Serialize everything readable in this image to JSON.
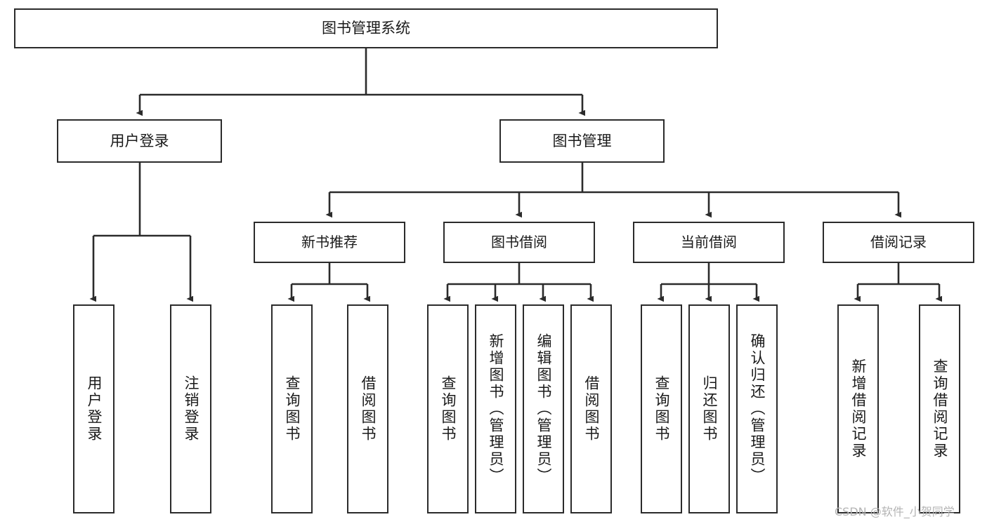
{
  "diagram": {
    "title": "图书管理系统",
    "type": "tree",
    "root": {
      "id": "root",
      "label": "图书管理系统",
      "level": 1
    },
    "level2": [
      {
        "id": "user-login",
        "label": "用户登录",
        "level": 2
      },
      {
        "id": "book-management",
        "label": "图书管理",
        "level": 2
      }
    ],
    "level3": [
      {
        "id": "new-book-recommend",
        "label": "新书推荐",
        "level": 3,
        "parent": "book-management"
      },
      {
        "id": "book-borrow",
        "label": "图书借阅",
        "level": 3,
        "parent": "book-management"
      },
      {
        "id": "current-borrow",
        "label": "当前借阅",
        "level": 3,
        "parent": "book-management"
      },
      {
        "id": "borrow-record",
        "label": "借阅记录",
        "level": 3,
        "parent": "book-management"
      }
    ],
    "leaves": [
      {
        "id": "leaf-user-login",
        "label": "用户登录",
        "parent": "user-login"
      },
      {
        "id": "leaf-user-logout",
        "label": "注销登录",
        "parent": "user-login"
      },
      {
        "id": "leaf-query-book-1",
        "label": "查询图书",
        "parent": "new-book-recommend"
      },
      {
        "id": "leaf-borrow-book-1",
        "label": "借阅图书",
        "parent": "new-book-recommend"
      },
      {
        "id": "leaf-query-book-2",
        "label": "查询图书",
        "parent": "book-borrow"
      },
      {
        "id": "leaf-add-book",
        "label": "新增图书（管理员）",
        "parent": "book-borrow"
      },
      {
        "id": "leaf-edit-book",
        "label": "编辑图书（管理员）",
        "parent": "book-borrow"
      },
      {
        "id": "leaf-borrow-book-2",
        "label": "借阅图书",
        "parent": "book-borrow"
      },
      {
        "id": "leaf-query-book-3",
        "label": "查询图书",
        "parent": "current-borrow"
      },
      {
        "id": "leaf-return-book",
        "label": "归还图书",
        "parent": "current-borrow"
      },
      {
        "id": "leaf-confirm-return",
        "label": "确认归还（管理员）",
        "parent": "current-borrow"
      },
      {
        "id": "leaf-add-record",
        "label": "新增借阅记录",
        "parent": "borrow-record"
      },
      {
        "id": "leaf-query-record",
        "label": "查询借阅记录",
        "parent": "borrow-record"
      }
    ],
    "colors": {
      "stroke": "#2b2b2b",
      "fill": "#ffffff",
      "text": "#1a1a1a",
      "watermark": "#b4b4b4"
    }
  },
  "watermark": {
    "text": "CSDN @软件_小贺同学"
  }
}
